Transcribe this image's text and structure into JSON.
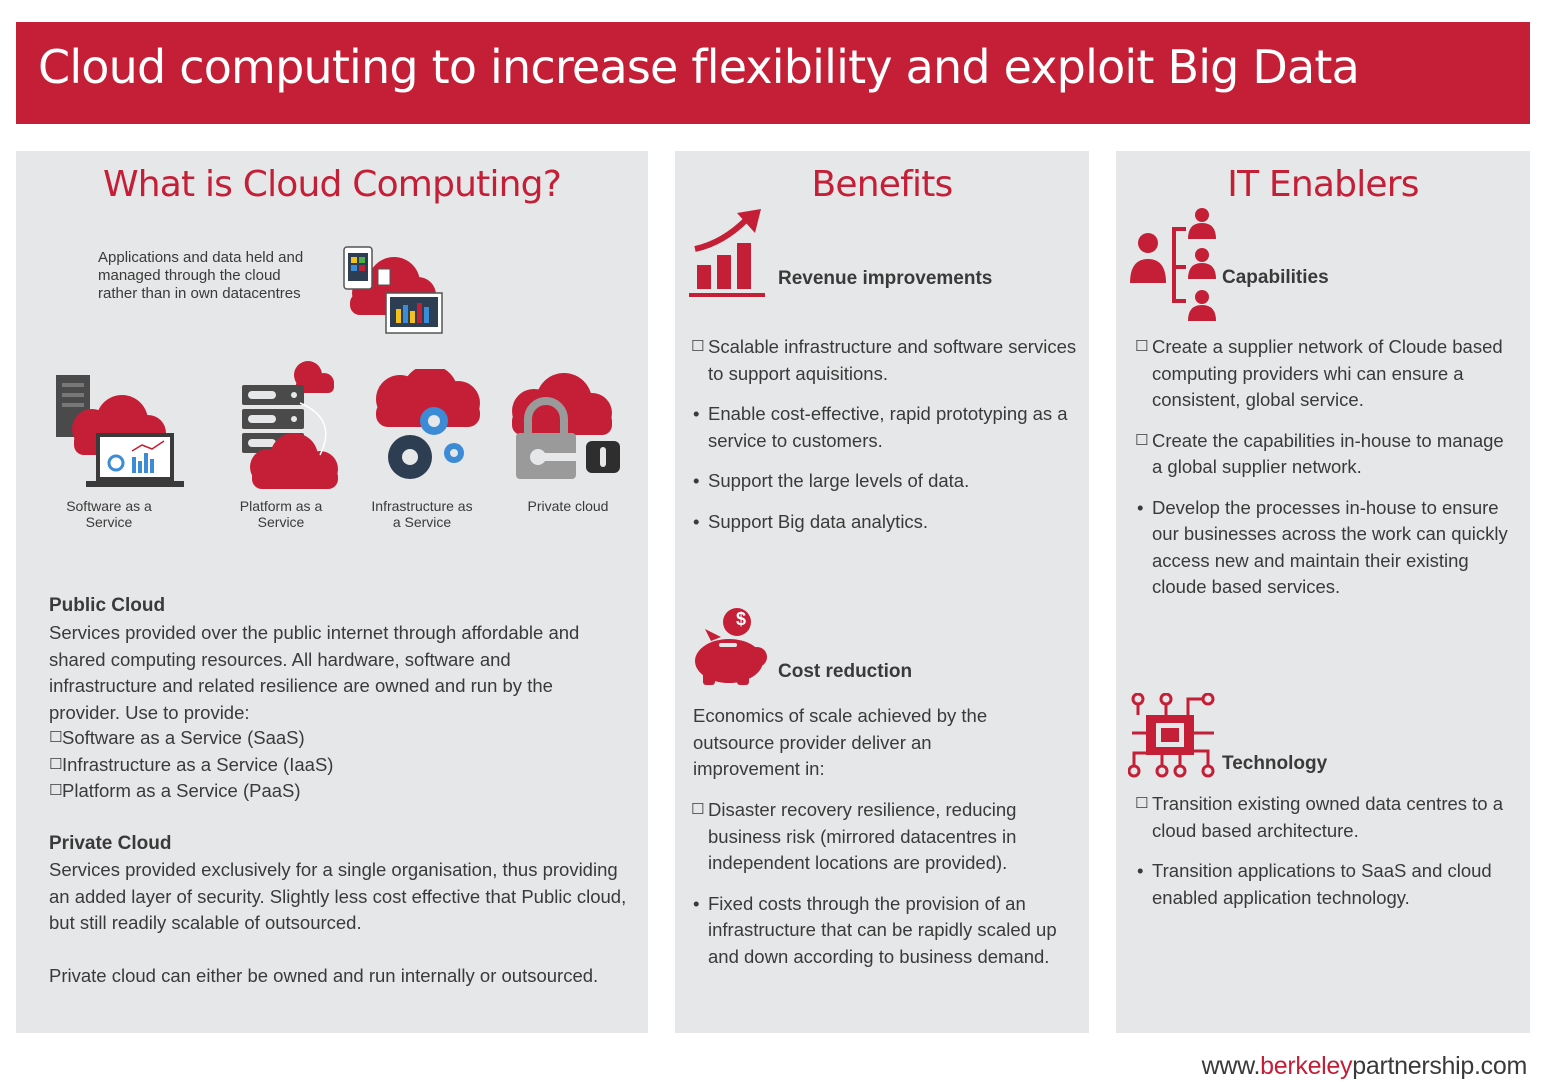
{
  "header": {
    "title": "Cloud computing to increase flexibility and exploit Big Data"
  },
  "what": {
    "title": "What is Cloud Computing?",
    "intro": [
      "Applications and data held and",
      "managed through the cloud",
      "rather than in own datacentres"
    ],
    "services": [
      {
        "label1": "Software as a",
        "label2": "Service"
      },
      {
        "label1": "Platform as a",
        "label2": "Service"
      },
      {
        "label1": "Infrastructure as",
        "label2": "a Service"
      },
      {
        "label1": "Private cloud",
        "label2": ""
      }
    ],
    "public_heading": "Public Cloud",
    "public_text": "Services provided over the public internet through affordable and shared computing resources. All hardware, software and infrastructure and related resilience are owned and run by the provider. Use to provide:",
    "public_items": [
      "Software as a Service (SaaS)",
      "Infrastructure as a Service (IaaS)",
      "Platform as a Service (PaaS)"
    ],
    "private_heading": "Private Cloud",
    "private_text": "Services provided exclusively for a single organisation, thus providing an added layer of security. Slightly less cost effective that Public cloud, but still readily scalable of outsourced.",
    "private_text2": "Private cloud can either be owned and run internally or outsourced."
  },
  "benefits": {
    "title": "Benefits",
    "revenue_heading": "Revenue improvements",
    "revenue_items": [
      "Scalable infrastructure and software services to support aquisitions.",
      "Enable cost-effective, rapid prototyping as a service to customers.",
      "Support the large levels of data.",
      "Support Big data analytics."
    ],
    "cost_heading": "Cost reduction",
    "cost_intro": "Economics of scale achieved by the outsource provider deliver an improvement in:",
    "cost_items": [
      "Disaster recovery resilience, reducing business risk (mirrored datacentres in independent locations are provided).",
      "Fixed costs through the provision of an infrastructure that can be rapidly scaled up and down according to business demand."
    ],
    "dollar_symbol": "$"
  },
  "enablers": {
    "title": "IT Enablers",
    "capabilities_heading": "Capabilities",
    "capabilities_items": [
      "Create a supplier network of Cloude based computing providers whi can ensure a consistent, global service.",
      "Create the capabilities in-house to manage a global supplier network.",
      "Develop the processes in-house to ensure our businesses across the work can quickly access new and maintain their existing cloude based services."
    ],
    "technology_heading": "Technology",
    "technology_items": [
      "Transition existing owned data centres to a cloud based architecture.",
      "Transition applications to SaaS and cloud enabled application technology."
    ]
  },
  "footer": {
    "prefix": "www.",
    "accent": "berkeley",
    "suffix": "partnership.com"
  },
  "colors": {
    "brand": "#c41f37",
    "panel": "#e6e7e8",
    "dark": "#4a4a4a"
  }
}
